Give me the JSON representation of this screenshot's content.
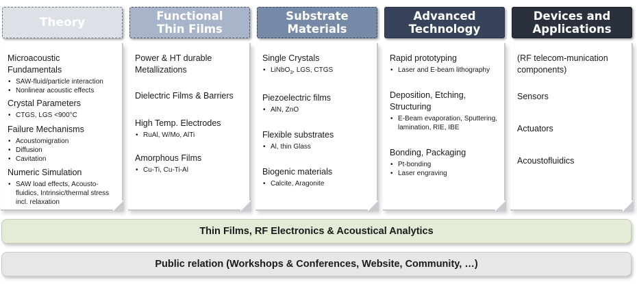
{
  "columns": [
    {
      "header": "Theory",
      "sections": [
        {
          "title": "Microacoustic Fundamentals",
          "bullets": [
            "SAW-fluid/particle interaction",
            "Nonlinear acoustic effects"
          ]
        },
        {
          "title": "Crystal Parameters",
          "bullets": [
            "CTGS, LGS <900°C"
          ]
        },
        {
          "title": "Failure Mechanisms",
          "bullets": [
            "Acoustomigration",
            "Diffusion",
            "Cavitation"
          ]
        },
        {
          "title": "Numeric Simulation",
          "bullets": [
            "SAW load effects, Acousto-fluidics, Intrinsic/thermal stress incl. relaxation"
          ]
        }
      ]
    },
    {
      "header": "Functional Thin Films",
      "sections": [
        {
          "title": "Power  & HT durable Metallizations",
          "bullets": []
        },
        {
          "title": "Dielectric Films & Barriers",
          "bullets": []
        },
        {
          "title": "High Temp. Electrodes",
          "bullets": [
            "RuAl, W/Mo, AlTi"
          ]
        },
        {
          "title": "Amorphous Films",
          "bullets": [
            "Cu-Ti, Cu-Ti-Al"
          ]
        }
      ]
    },
    {
      "header": "Substrate Materials",
      "sections": [
        {
          "title": "Single Crystals",
          "bullets": [
            "LiNbO3, LGS, CTGS"
          ]
        },
        {
          "title": "Piezoelectric films",
          "bullets": [
            "AlN, ZnO"
          ]
        },
        {
          "title": "Flexible substrates",
          "bullets": [
            "Al, thin Glass"
          ]
        },
        {
          "title": "Biogenic materials",
          "bullets": [
            "Calcite, Aragonite"
          ]
        }
      ]
    },
    {
      "header": "Advanced Technology",
      "sections": [
        {
          "title": "Rapid prototyping",
          "bullets": [
            "Laser and E-beam lithography"
          ]
        },
        {
          "title": "Deposition, Etching, Structuring",
          "bullets": [
            "E-Beam evaporation, Sputtering, lamination, RIE, IBE"
          ]
        },
        {
          "title": "Bonding, Packaging",
          "bullets": [
            "Pt-bonding",
            "Laser engraving"
          ]
        }
      ]
    },
    {
      "header": "Devices and Applications",
      "sections": [
        {
          "title": "(RF telecom-munication components)",
          "bullets": []
        },
        {
          "title": "Sensors",
          "bullets": []
        },
        {
          "title": "Actuators",
          "bullets": []
        },
        {
          "title": "Acoustofluidics",
          "bullets": []
        }
      ]
    }
  ],
  "banners": {
    "thin_films": "Thin Films, RF Electronics & Acoustical Analytics",
    "public_relation": "Public relation (Workshops & Conferences, Website, Community, …)"
  }
}
